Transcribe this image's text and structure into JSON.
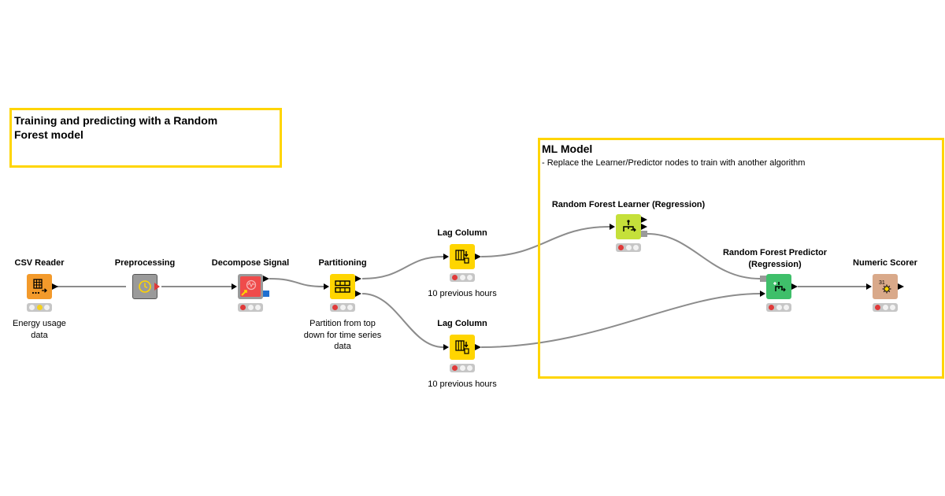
{
  "annotations": {
    "workflow_title": "Training and predicting with a Random Forest model",
    "ml_model_title": "ML Model",
    "ml_model_text": "- Replace the Learner/Predictor nodes to train with another algorithm"
  },
  "nodes": {
    "csv_reader": {
      "title": "CSV Reader",
      "caption": "Energy usage data",
      "status": "yellow"
    },
    "preprocessing": {
      "title": "Preprocessing",
      "caption": "",
      "status": "none"
    },
    "decompose_signal": {
      "title": "Decompose Signal",
      "caption": "",
      "status": "red"
    },
    "partitioning": {
      "title": "Partitioning",
      "caption": "Partition from top down for time series data",
      "status": "red"
    },
    "lag_column_1": {
      "title": "Lag Column",
      "caption": "10 previous hours",
      "status": "red"
    },
    "lag_column_2": {
      "title": "Lag Column",
      "caption": "10 previous hours",
      "status": "red"
    },
    "rf_learner": {
      "title": "Random Forest Learner (Regression)",
      "caption": "",
      "status": "red"
    },
    "rf_predictor": {
      "title": "Random Forest Predictor (Regression)",
      "caption": "",
      "status": "red"
    },
    "numeric_scorer": {
      "title": "Numeric Scorer",
      "caption": "",
      "status": "red"
    }
  },
  "icons": {
    "csv_reader": "table-reader-icon",
    "preprocessing": "clock-metanode-icon",
    "decompose_signal": "signal-decompose-icon",
    "partitioning": "partition-icon",
    "lag_column": "lag-column-icon",
    "rf_learner": "tree-learner-icon",
    "rf_predictor": "tree-predictor-icon",
    "numeric_scorer": "scorer-icon"
  },
  "colors": {
    "annotation_border": "#ffd500",
    "source_node": "#f39a2b",
    "metanode": "#9a9a9a",
    "component_node": "#ef4b4b",
    "manipulator_node": "#ffd500",
    "learner_node": "#c5e03a",
    "predictor_node": "#3fbf6a",
    "other_node": "#d9a98a",
    "connection": "#8c8c8c"
  },
  "scorer_icon_text": "31"
}
